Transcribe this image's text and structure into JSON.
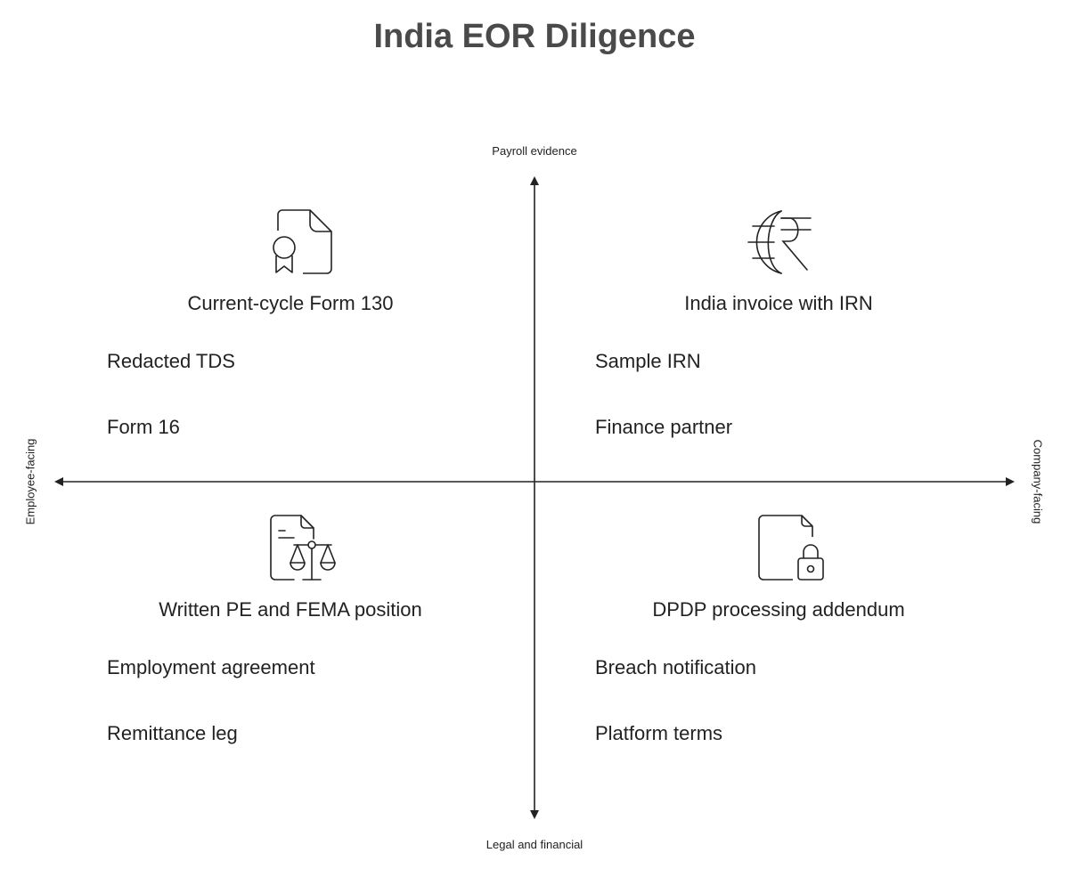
{
  "title": "India EOR Diligence",
  "axes": {
    "top": "Payroll evidence",
    "bottom": "Legal and financial",
    "left": "Employee-facing",
    "right": "Company-facing"
  },
  "quadrants": {
    "top_left": {
      "icon": "certificate-document-icon",
      "heading": "Current-cycle Form 130",
      "items": [
        "Redacted TDS",
        "Form 16"
      ]
    },
    "top_right": {
      "icon": "globe-rupee-icon",
      "heading": "India invoice with IRN",
      "items": [
        "Sample IRN",
        "Finance partner"
      ]
    },
    "bottom_left": {
      "icon": "document-scales-icon",
      "heading": "Written PE and FEMA position",
      "items": [
        "Employment agreement",
        "Remittance leg"
      ]
    },
    "bottom_right": {
      "icon": "document-lock-icon",
      "heading": "DPDP processing addendum",
      "items": [
        "Breach notification",
        "Platform terms"
      ]
    }
  }
}
